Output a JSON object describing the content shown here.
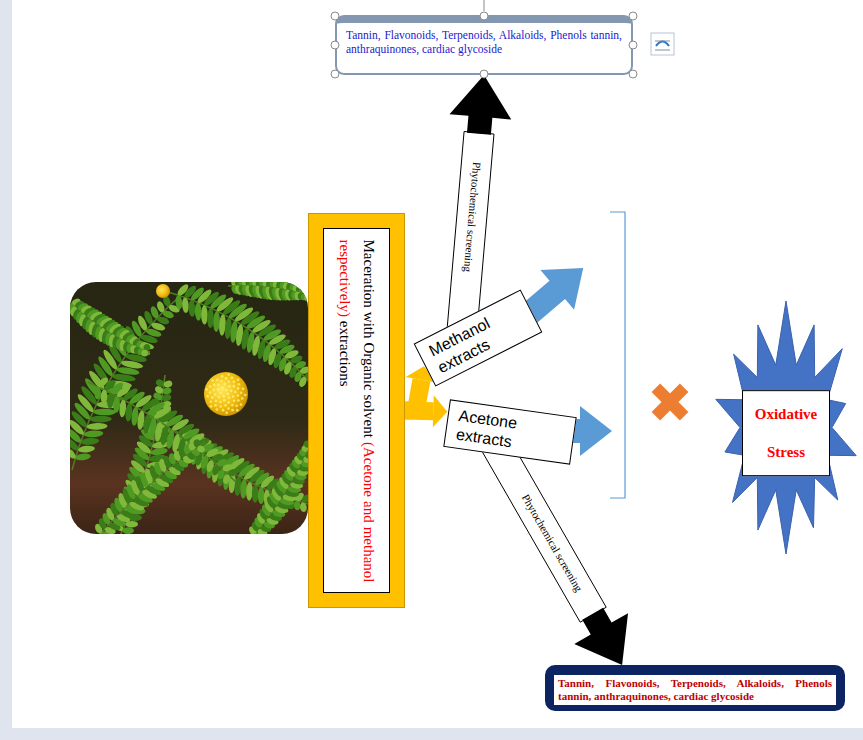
{
  "diagram": {
    "nodes": [
      {
        "text": [
          "Tannin, Flavonoids, Terpenoids, Alkaloids, Phenols tannin, anthraquinones, cardiac glycoside"
        ]
      },
      {
        "text": [
          "Maceration with Organic solvent",
          "(Acetone and methanol respectively)",
          "extractions"
        ]
      },
      {
        "text": [
          "Methanol extracts"
        ]
      },
      {
        "text": [
          "Acetone extracts"
        ]
      },
      {
        "text": [
          "Oxidative Stress"
        ]
      },
      {
        "text": [
          "Tannin, Flavonoids, Terpenoids, Alkaloids, Phenols tannin, anthraquinones, cardiac glycoside"
        ]
      }
    ],
    "edges": [
      {
        "from": 1,
        "to": 2,
        "arrow": "to"
      },
      {
        "from": 1,
        "to": 3,
        "arrow": "to"
      },
      {
        "from": 2,
        "to": 0,
        "label": "Phytochemical screening",
        "arrow": "to"
      },
      {
        "from": 3,
        "to": 5,
        "label": "Phytochemical screening",
        "arrow": "to"
      }
    ]
  }
}
